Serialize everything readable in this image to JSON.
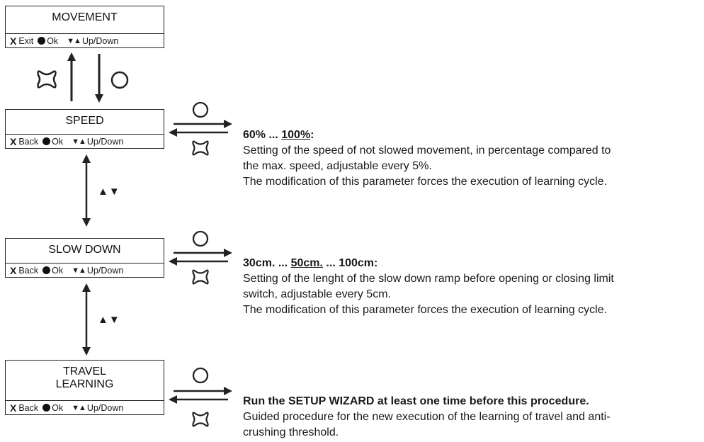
{
  "boxes": {
    "movement": {
      "title": "MOVEMENT",
      "footer": {
        "x": "X",
        "x_label": "Exit",
        "ok": "Ok",
        "tri": "▼▲",
        "updown": "Up/Down"
      }
    },
    "speed": {
      "title": "SPEED",
      "footer": {
        "x": "X",
        "x_label": "Back",
        "ok": "Ok",
        "tri": "▼▲",
        "updown": "Up/Down"
      }
    },
    "slowdown": {
      "title": "SLOW DOWN",
      "footer": {
        "x": "X",
        "x_label": "Back",
        "ok": "Ok",
        "tri": "▼▲",
        "updown": "Up/Down"
      }
    },
    "travel": {
      "title_line1": "TRAVEL",
      "title_line2": "LEARNING",
      "footer": {
        "x": "X",
        "x_label": "Back",
        "ok": "Ok",
        "tri": "▼▲",
        "updown": "Up/Down"
      }
    }
  },
  "nav": {
    "updown_symbol": "▲▼"
  },
  "descriptions": {
    "speed": {
      "range_pre": "60% ... ",
      "range_default": "100%",
      "range_post": ":",
      "line1": "Setting of the speed of not slowed movement, in percentage compared to",
      "line2": "the max. speed, adjustable every 5%.",
      "line3": "The modification of this parameter forces the execution of learning cycle."
    },
    "slowdown": {
      "range_pre": "30cm. ... ",
      "range_default": "50cm.",
      "range_post": " ... 100cm:",
      "line1": "Setting of the lenght of the slow down ramp before opening or closing limit",
      "line2": "switch, adjustable every 5cm.",
      "line3": "The modification of this parameter forces the execution of learning cycle."
    },
    "travel": {
      "heading": "Run the SETUP WIZARD at least one time before this procedure.",
      "line1": "Guided procedure for the new execution of the learning of travel and anti-",
      "line2": "crushing threshold."
    }
  },
  "colors": {
    "stroke": "#222222",
    "text": "#1a1a1a"
  },
  "icons": {
    "ok": "circle-icon",
    "back": "cross-icon"
  }
}
